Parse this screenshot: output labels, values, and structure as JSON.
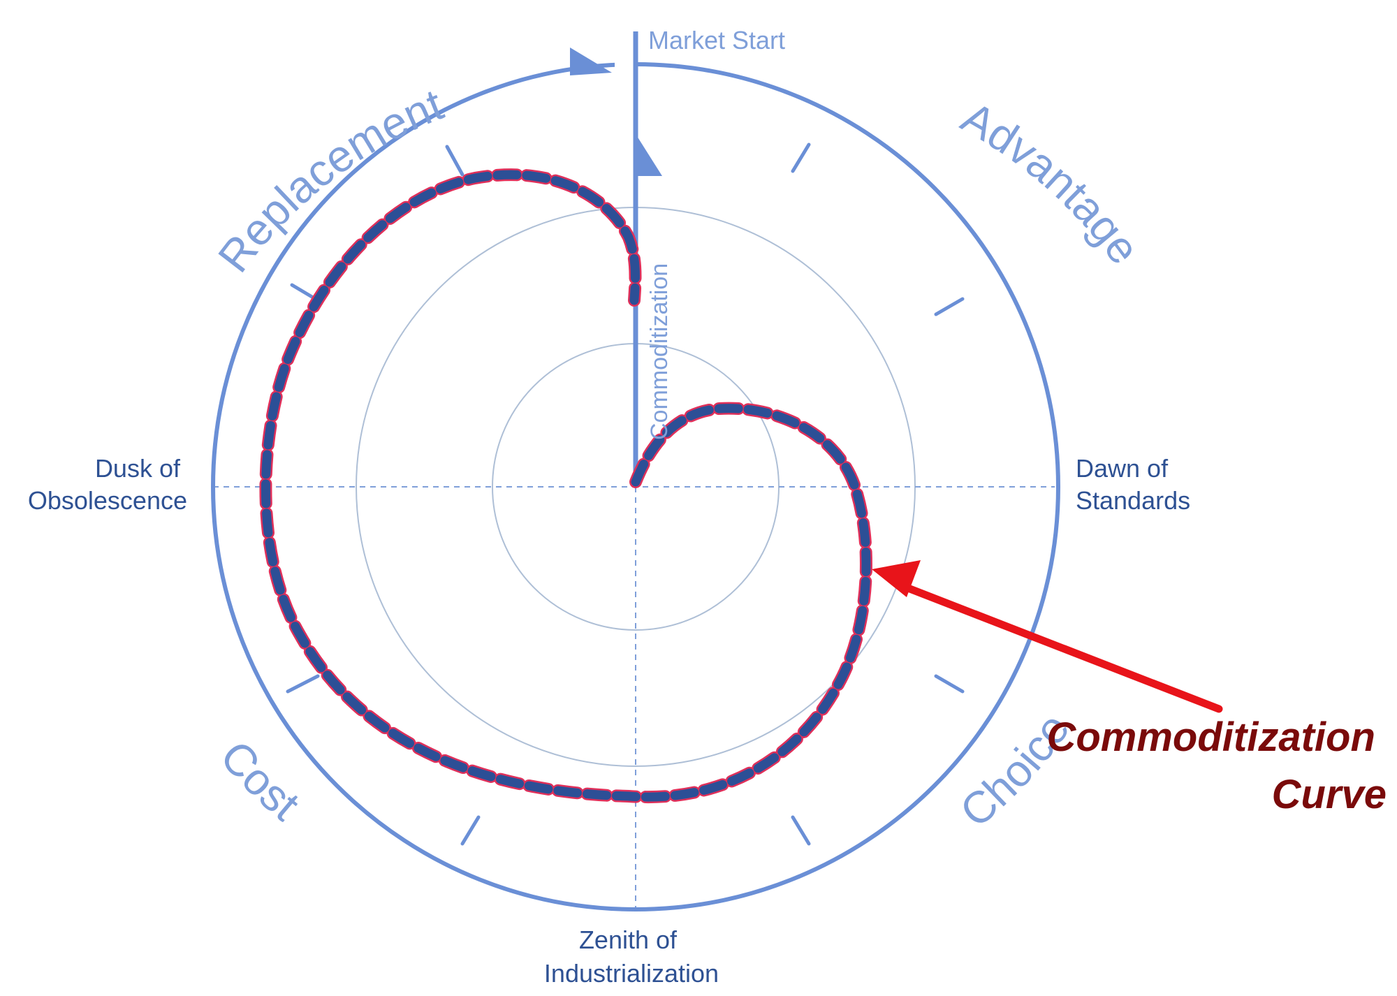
{
  "diagram": {
    "phases": {
      "replacement": "Replacement",
      "advantage": "Advantage",
      "cost": "Cost",
      "choice": "Choice"
    },
    "milestones": {
      "market_start": "Market Start",
      "dawn_line1": "Dawn of",
      "dawn_line2": "Standards",
      "dusk_line1": "Dusk of",
      "dusk_line2": "Obsolescence",
      "zenith_line1": "Zenith of",
      "zenith_line2": "Industrialization"
    },
    "axis_label": "Commoditization",
    "callout": {
      "line1": "Commoditization",
      "line2": "Curve"
    },
    "colors": {
      "ring": "#6a8fd6",
      "light_ring": "#aebfd6",
      "curve_dash": "#2c4f96",
      "curve_outline": "#e0305a",
      "arrow": "#e8141a",
      "callout_text": "#7a0a0a"
    }
  }
}
